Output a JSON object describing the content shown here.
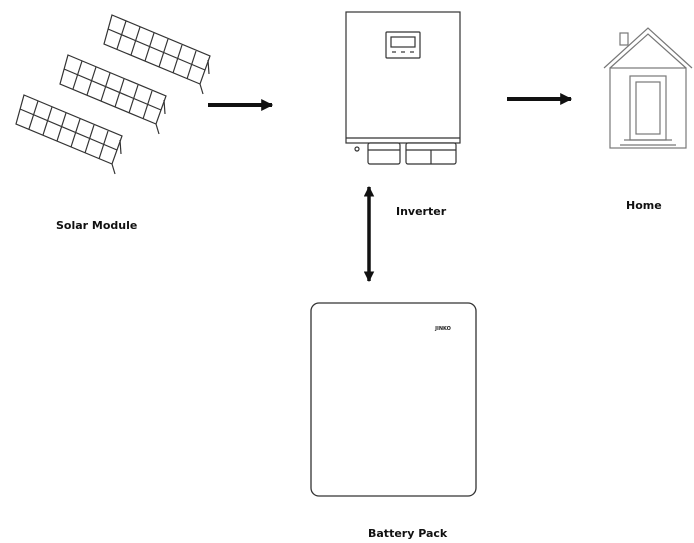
{
  "labels": {
    "solar_module": "Solar Module",
    "inverter": "Inverter",
    "home": "Home",
    "battery_pack": "Battery Pack"
  },
  "battery_brand_mark": "JINKO",
  "colors": {
    "line": "#333333",
    "arrow": "#111111",
    "background": "#ffffff"
  }
}
